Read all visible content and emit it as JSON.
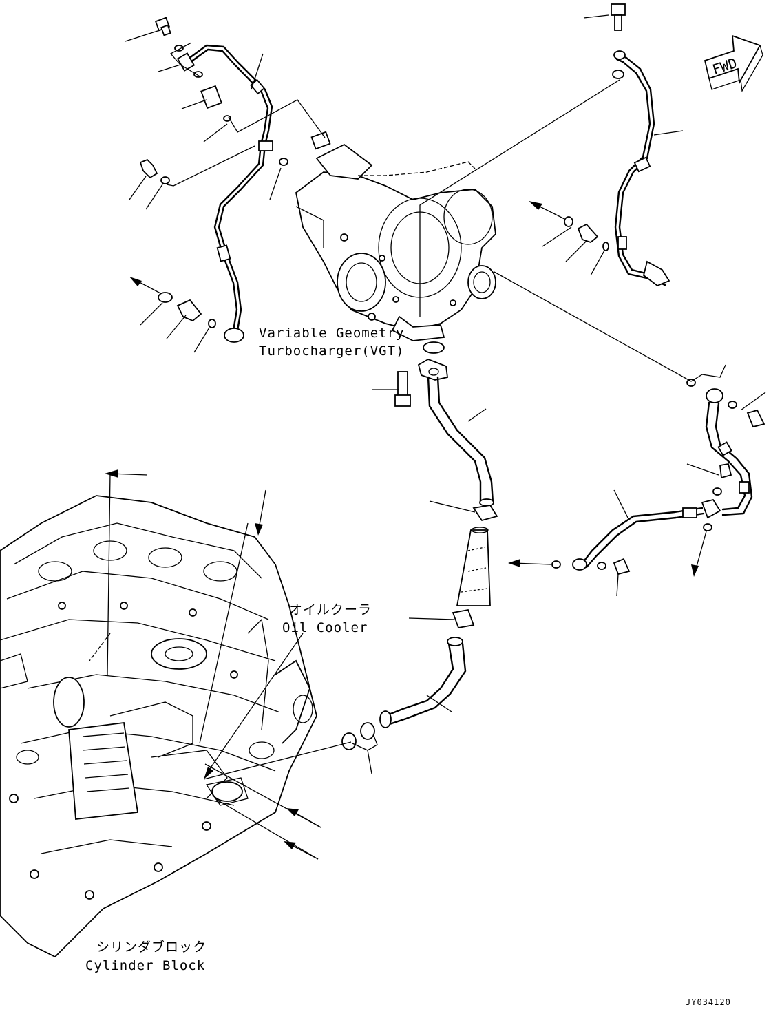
{
  "labels": {
    "vgt_line1": "Variable Geometry",
    "vgt_line2": "Turbocharger(VGT)",
    "oil_cooler_jp": "オイルクーラ",
    "oil_cooler_en": "Oil Cooler",
    "cylinder_block_jp": "シリンダブロック",
    "cylinder_block_en": "Cylinder Block",
    "fwd": "FWD",
    "drawing_id": "JY034120"
  }
}
